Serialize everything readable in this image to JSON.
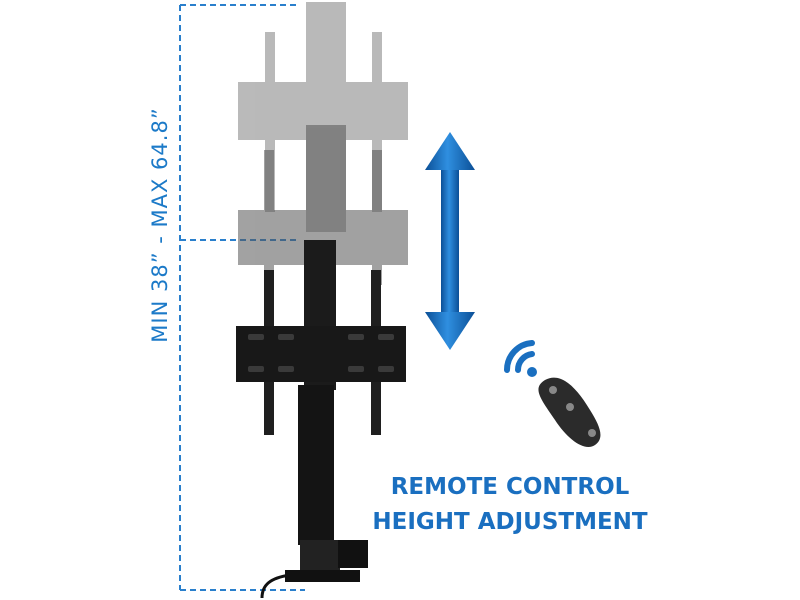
{
  "height_range_label": "MIN 38” - MAX 64.8”",
  "caption": {
    "line1": "REMOTE CONTROL",
    "line2": "HEIGHT ADJUSTMENT"
  },
  "colors": {
    "accent_blue": "#1a6fc0",
    "dimension_line": "#2a7fcc",
    "mount_black": "#1b1b1b",
    "ghost_gray": "#bdbdbd"
  },
  "icons": [
    "wireless-signal-icon",
    "remote-control-icon",
    "double-arrow-icon"
  ]
}
